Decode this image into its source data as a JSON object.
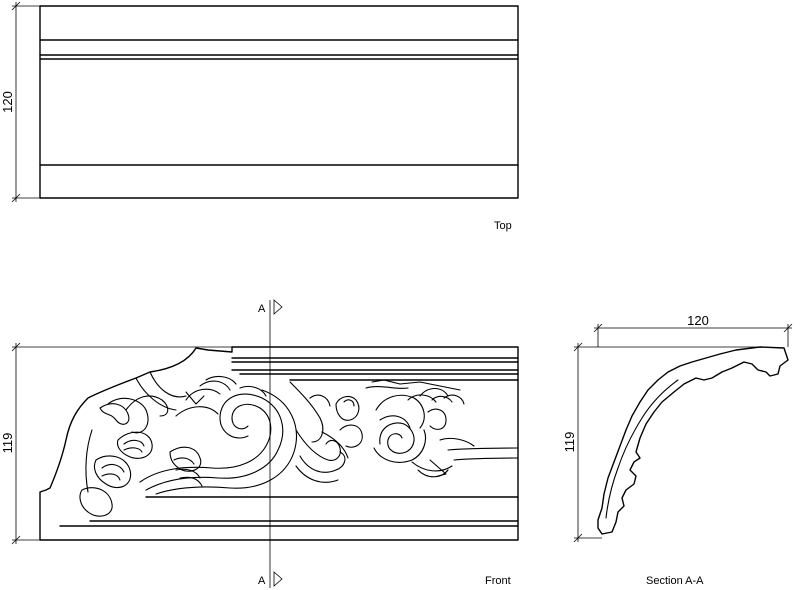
{
  "views": {
    "top": {
      "label": "Top",
      "dimension": "120"
    },
    "front": {
      "label": "Front",
      "dimension": "119",
      "section_marker_top": "A",
      "section_marker_bottom": "A"
    },
    "section": {
      "label": "Section A-A",
      "width_dimension": "120",
      "height_dimension": "119"
    }
  }
}
